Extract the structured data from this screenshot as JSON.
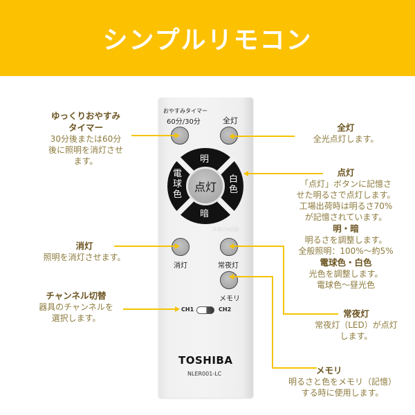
{
  "banner": {
    "title": "シンプルリモコン",
    "background": "#fcc100"
  },
  "colors": {
    "accent_line": "#f5c300",
    "callout_title": "#6b5420",
    "callout_body": "#8c7a3c"
  },
  "remote": {
    "timer_caption": "おやすみタイマー",
    "timer_label": "60分/30分",
    "full_light_label": "全灯",
    "dpad": {
      "up": "明",
      "down": "暗",
      "left": "電\n球\n色",
      "right": "白\n色",
      "center": "点灯"
    },
    "embossed_text": "本体CH切替",
    "off_label": "消灯",
    "night_light_label": "常夜灯",
    "memory_label": "メモリ",
    "ch1_label": "CH1",
    "ch2_label": "CH2",
    "brand": "TOSHIBA",
    "model": "NLER001-LC"
  },
  "callouts": {
    "timer": {
      "title": "ゆっくりおやすみ\nタイマー",
      "body": "30分後または60分\n後に照明を消灯させ\nます。"
    },
    "off": {
      "title": "消灯",
      "body": "照明を消灯させます。"
    },
    "channel": {
      "title": "チャンネル切替",
      "body": "器具のチャンネルを\n選択します。"
    },
    "full_light": {
      "title": "全灯",
      "body": "全光点灯します。"
    },
    "light_on": {
      "title": "点灯",
      "body": "「点灯」ボタンに記憶さ\nせた明るさで点灯します。\n工場出荷時は明るさ70%\nが記憶されています。"
    },
    "brightness": {
      "title": "明・暗",
      "body": "明るさを調整します。\n全般照明：100%〜約5%"
    },
    "color": {
      "title": "電球色・白色",
      "body": "光色を調整します。\n電球色〜昼光色"
    },
    "night_light": {
      "title": "常夜灯",
      "body": "常夜灯（LED）が点灯\nします。"
    },
    "memory": {
      "title": "メモリ",
      "body": "明るさと色をメモリ（記憶）\nする時に使用します。"
    }
  }
}
